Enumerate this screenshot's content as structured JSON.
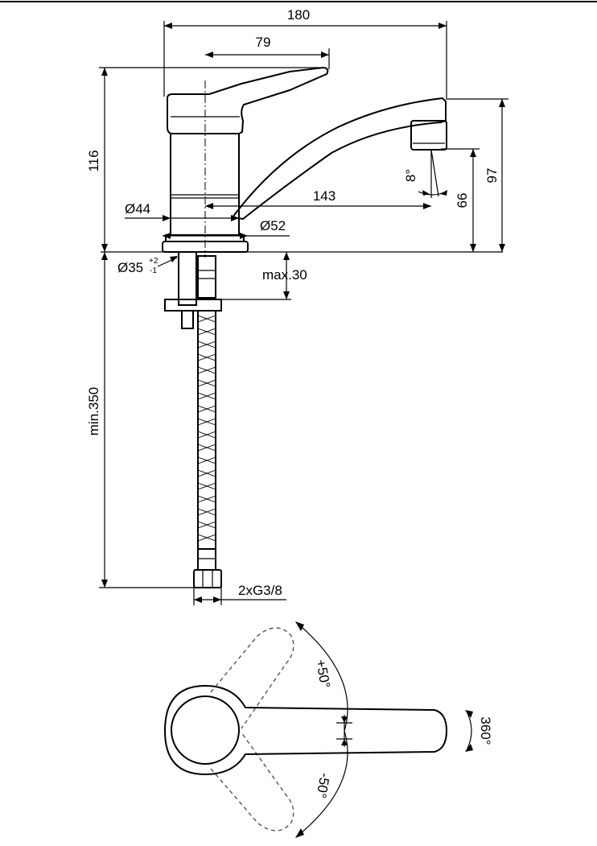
{
  "dimensions": {
    "total_length": "180",
    "lever_length": "79",
    "total_height": "116",
    "spout_height": "97",
    "spout_outlet_height": "66",
    "spout_reach": "143",
    "spout_angle": "8°",
    "body_diameter": "Ø44",
    "base_diameter": "Ø52",
    "hole_diameter": "Ø35",
    "hole_tolerance_plus": "+2",
    "hole_tolerance_minus": "-1",
    "max_deck_thickness": "max.30",
    "hose_length": "min.350",
    "connection": "2xG3/8"
  },
  "rotation": {
    "lever_up": "+50°",
    "lever_down": "-50°",
    "spout_swivel": "360°"
  }
}
